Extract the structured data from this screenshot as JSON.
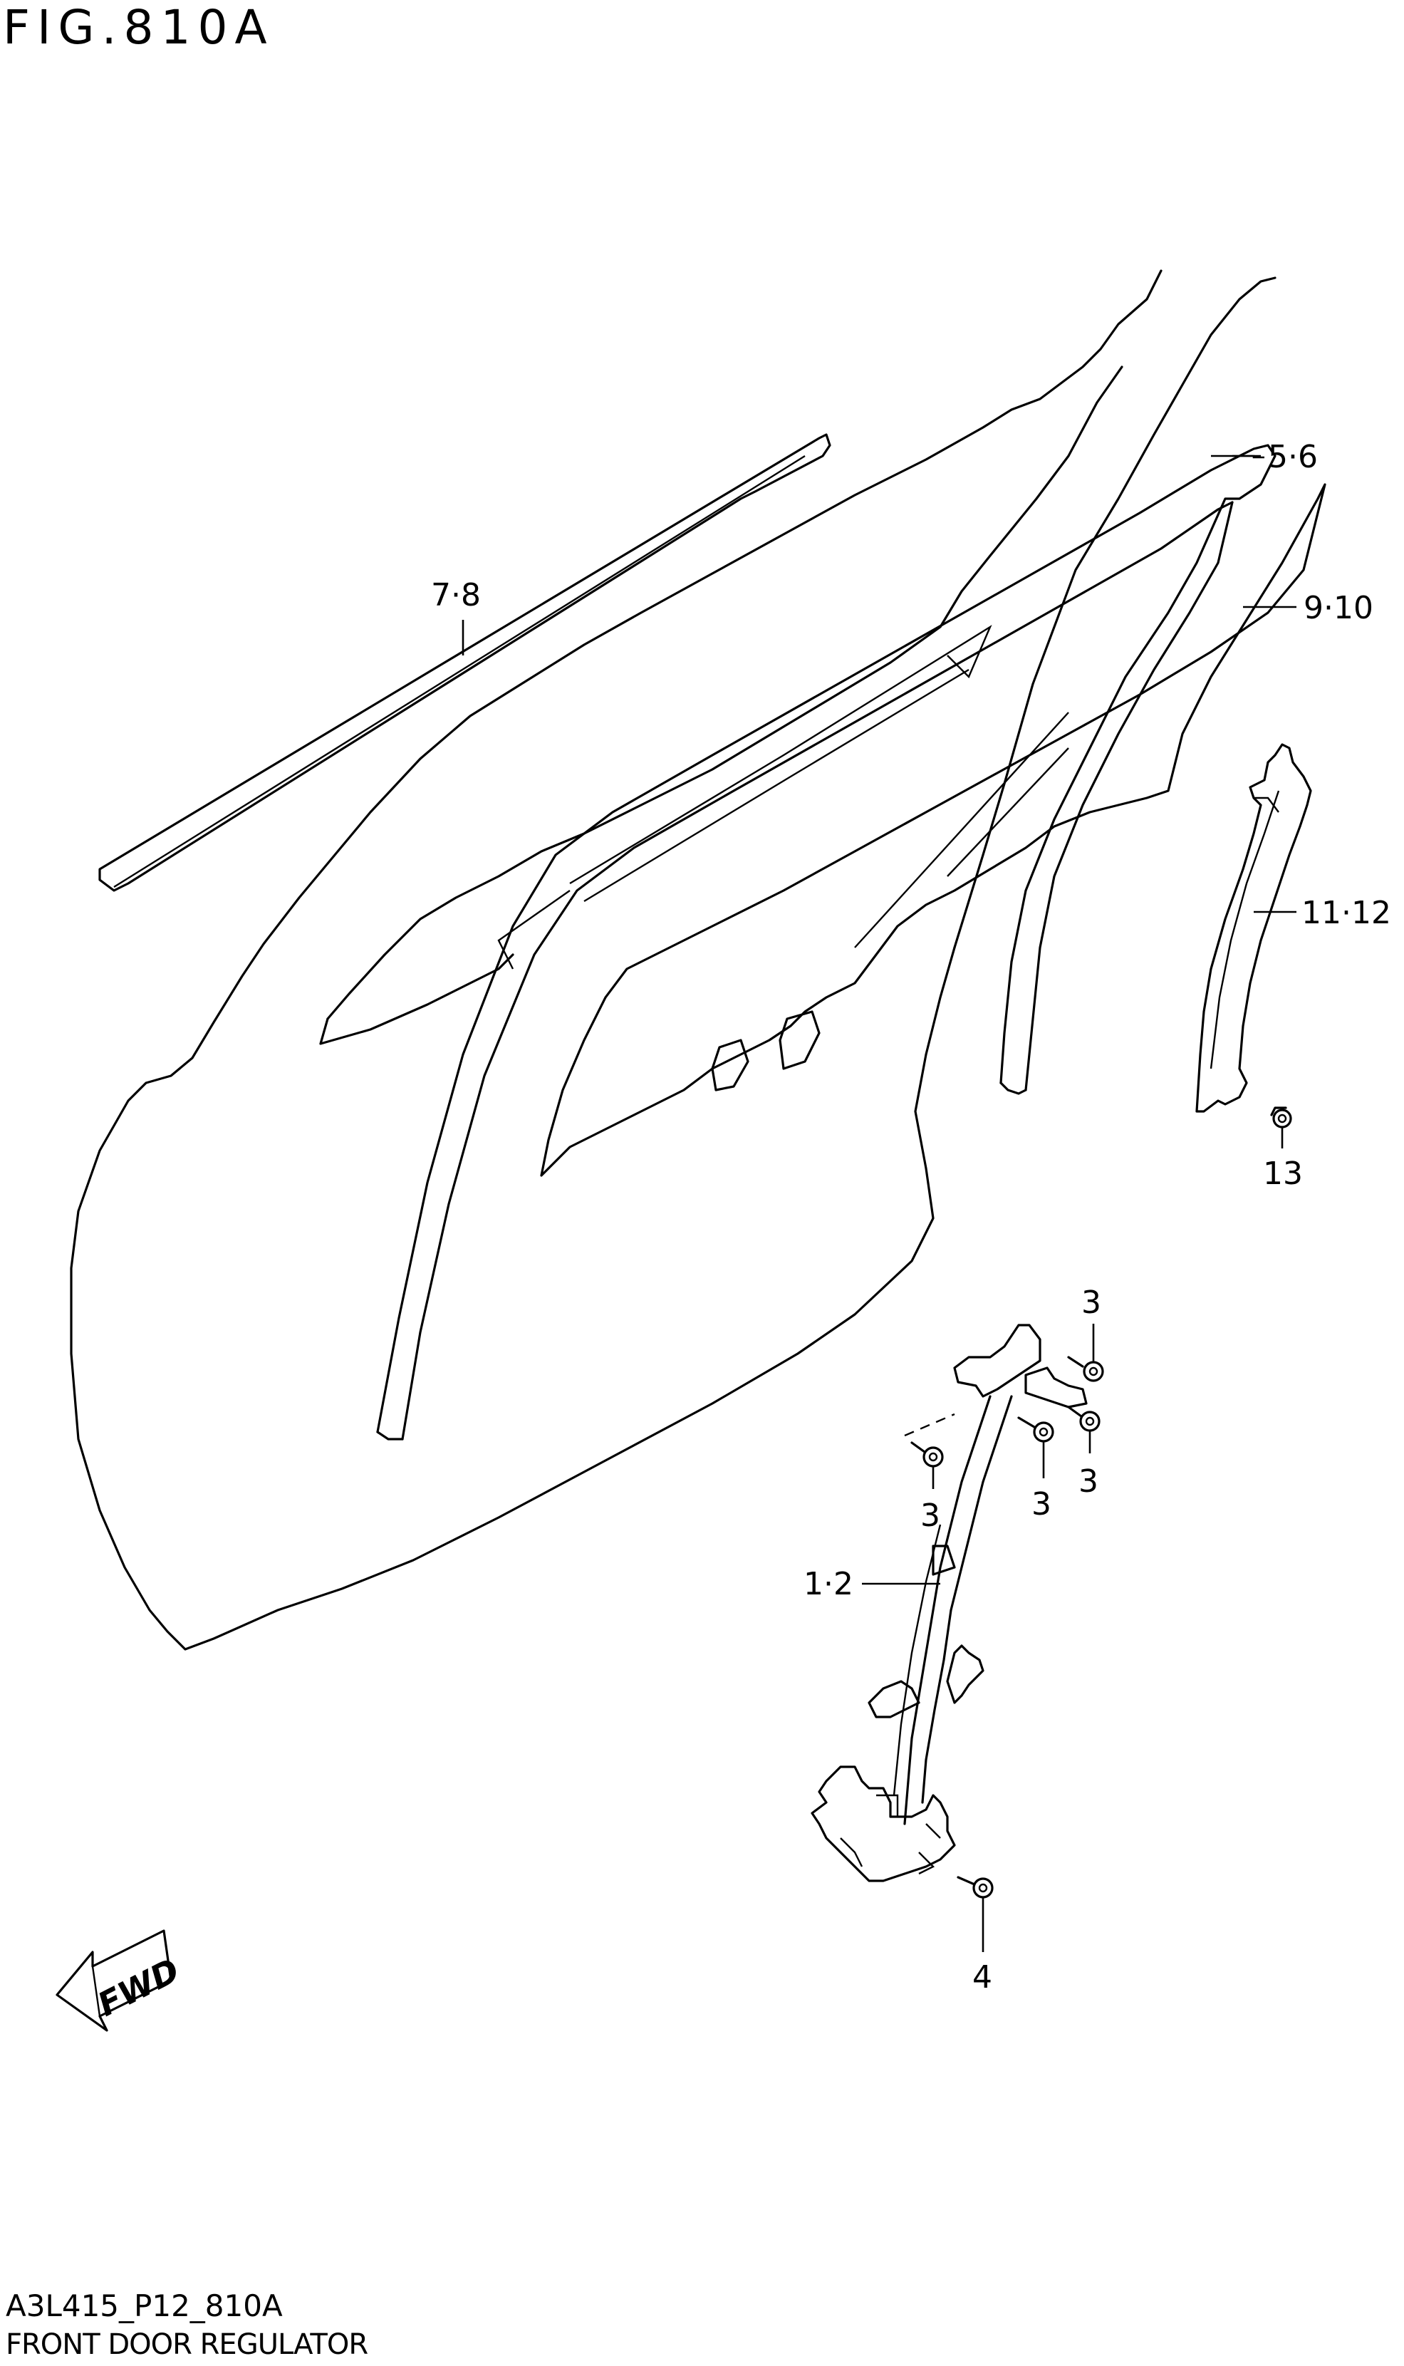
{
  "figure": {
    "title": "FIG.810A",
    "code": "A3L415_P12_810A",
    "caption": "FRONT DOOR REGULATOR"
  },
  "fwd_label": "FWD",
  "callouts": [
    {
      "id": "door-sash",
      "text": "5·6"
    },
    {
      "id": "outer-weatherstrip",
      "text": "7·8"
    },
    {
      "id": "door-glass",
      "text": "9·10"
    },
    {
      "id": "glass-run-channel",
      "text": "11·12"
    },
    {
      "id": "channel-bolt",
      "text": "13"
    },
    {
      "id": "regulator-bolt-top",
      "text": "3"
    },
    {
      "id": "regulator-bolt-left",
      "text": "3"
    },
    {
      "id": "regulator-bolt-mid",
      "text": "3"
    },
    {
      "id": "regulator-bolt-right",
      "text": "3"
    },
    {
      "id": "window-regulator",
      "text": "1·2"
    },
    {
      "id": "motor-bolt",
      "text": "4"
    }
  ]
}
